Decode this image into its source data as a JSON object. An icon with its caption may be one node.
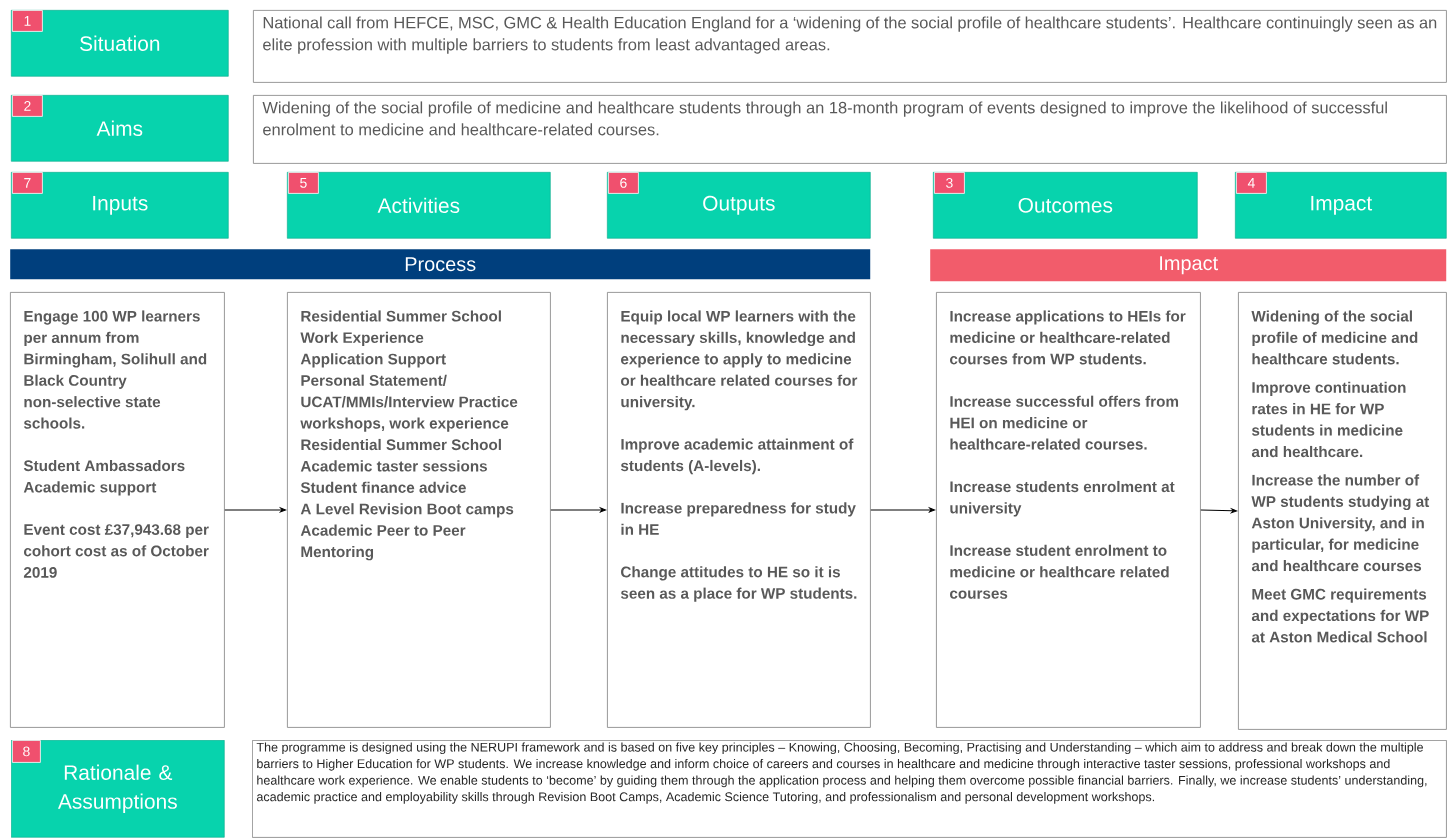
{
  "diagram": {
    "nodes": [
      {
        "text": [
          "Situation"
        ]
      },
      {
        "text": [
          "1"
        ],
        "in": 0
      },
      {
        "text": [
          "National call from HEFCE, MSC, GMC & Health Education England for a ‘widening of the social profile of healthcare students’. Healthcare continuingly seen as an elite profession with multiple barriers to students from least advantaged areas."
        ]
      },
      {
        "text": [
          "Aims"
        ]
      },
      {
        "text": [
          "2"
        ],
        "in": 3
      },
      {
        "text": [
          "Widening of the social profile of medicine and healthcare students through an 18-month program of events designed to improve the likelihood of successful enrolment to medicine and healthcare-related courses."
        ]
      },
      {
        "text": [
          "Inputs"
        ]
      },
      {
        "text": [
          "7"
        ],
        "in": 6
      },
      {
        "text": [
          "Activities"
        ]
      },
      {
        "text": [
          "5"
        ],
        "in": 8
      },
      {
        "text": [
          "Outputs"
        ]
      },
      {
        "text": [
          "6"
        ],
        "in": 10
      },
      {
        "text": [
          "Outcomes"
        ]
      },
      {
        "text": [
          "3"
        ],
        "in": 12
      },
      {
        "text": [
          "Impact"
        ]
      },
      {
        "text": [
          "4"
        ],
        "in": 14
      },
      {
        "text": [
          "Process"
        ]
      },
      {
        "text": [
          "Impact"
        ]
      },
      {
        "text": [
          "Engage 100 WP learners per annum from Birmingham, Solihull and Black Country non-selective state schools.",
          "Student Ambassadors Academic support",
          "Event cost £37,943.68 per cohort cost as of October 2019"
        ]
      },
      {
        "text": [
          "Residential Summer School",
          "Work Experience",
          "Application Support",
          "Personal Statement/ UCAT/MMIs/Interview Practice workshops, work experience",
          "Residential Summer School",
          "Academic taster sessions",
          "Student finance advice",
          "A Level Revision Boot camps",
          "Academic Peer to Peer Mentoring"
        ]
      },
      {
        "text": [
          "Equip local WP learners with the necessary skills, knowledge and experience to apply to medicine or healthcare related courses for university.",
          "Improve academic attainment of students (A-levels).",
          "Increase preparedness for study in HE",
          "Change attitudes to HE so it is seen as a place for WP students."
        ]
      },
      {
        "text": [
          "Increase applications to HEIs for medicine or healthcare-related courses from WP students.",
          "Increase successful offers from HEI on medicine or healthcare-related courses.",
          "Increase students enrolment at university",
          "Increase student enrolment to medicine or healthcare related courses"
        ]
      },
      {
        "text": [
          "Widening of the social profile of medicine and healthcare students.",
          "Improve continuation rates in HE for WP students in medicine and healthcare.",
          "Increase the number of WP students studying at Aston University, and in particular, for medicine and healthcare courses",
          "Meet GMC requirements and expectations for WP at Aston Medical School"
        ]
      },
      {
        "text": [
          "Rationale & Assumptions"
        ]
      },
      {
        "text": [
          "8"
        ],
        "in": 23
      },
      {
        "text": [
          "The programme is designed using the NERUPI framework and is based on five key principles – Knowing, Choosing, Becoming, Practising and Understanding – which aim to address and break down the multiple barriers to Higher Education for WP students. We increase knowledge and inform choice of careers and courses in healthcare and medicine through interactive taster sessions, professional workshops and healthcare work experience. We enable students to ‘become’ by guiding them through the application process and helping them overcome possible financial barriers. Finally, we increase students’ understanding, academic practice and employability skills through Revision Boot Camps, Academic Science Tutoring, and professionalism and personal development workshops."
        ]
      }
    ],
    "edges": [
      {
        "from": 18,
        "to": 19,
        "arrow": "to"
      },
      {
        "from": 19,
        "to": 20,
        "arrow": "to"
      },
      {
        "from": 20,
        "to": 21,
        "arrow": "to"
      },
      {
        "from": 21,
        "to": 22,
        "arrow": "to"
      }
    ]
  }
}
